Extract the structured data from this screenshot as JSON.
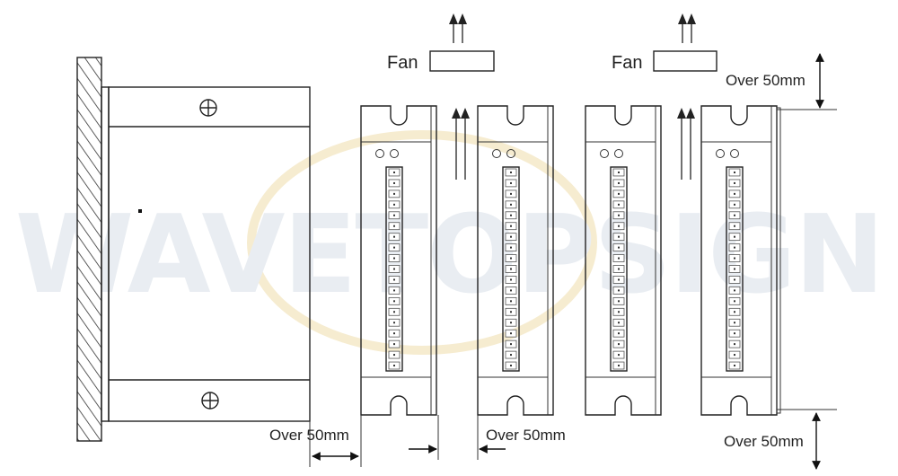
{
  "diagram": {
    "watermark_text": "WAVETOPSIGN",
    "fan_labels": [
      "Fan",
      "Fan"
    ],
    "clearance_labels": {
      "right_top": "Over 50mm",
      "right_bottom": "Over 50mm",
      "bottom_left": "Over 50mm",
      "bottom_between": "Over 50mm"
    },
    "driver_count": 4,
    "terminal_count_per_driver": 19
  }
}
